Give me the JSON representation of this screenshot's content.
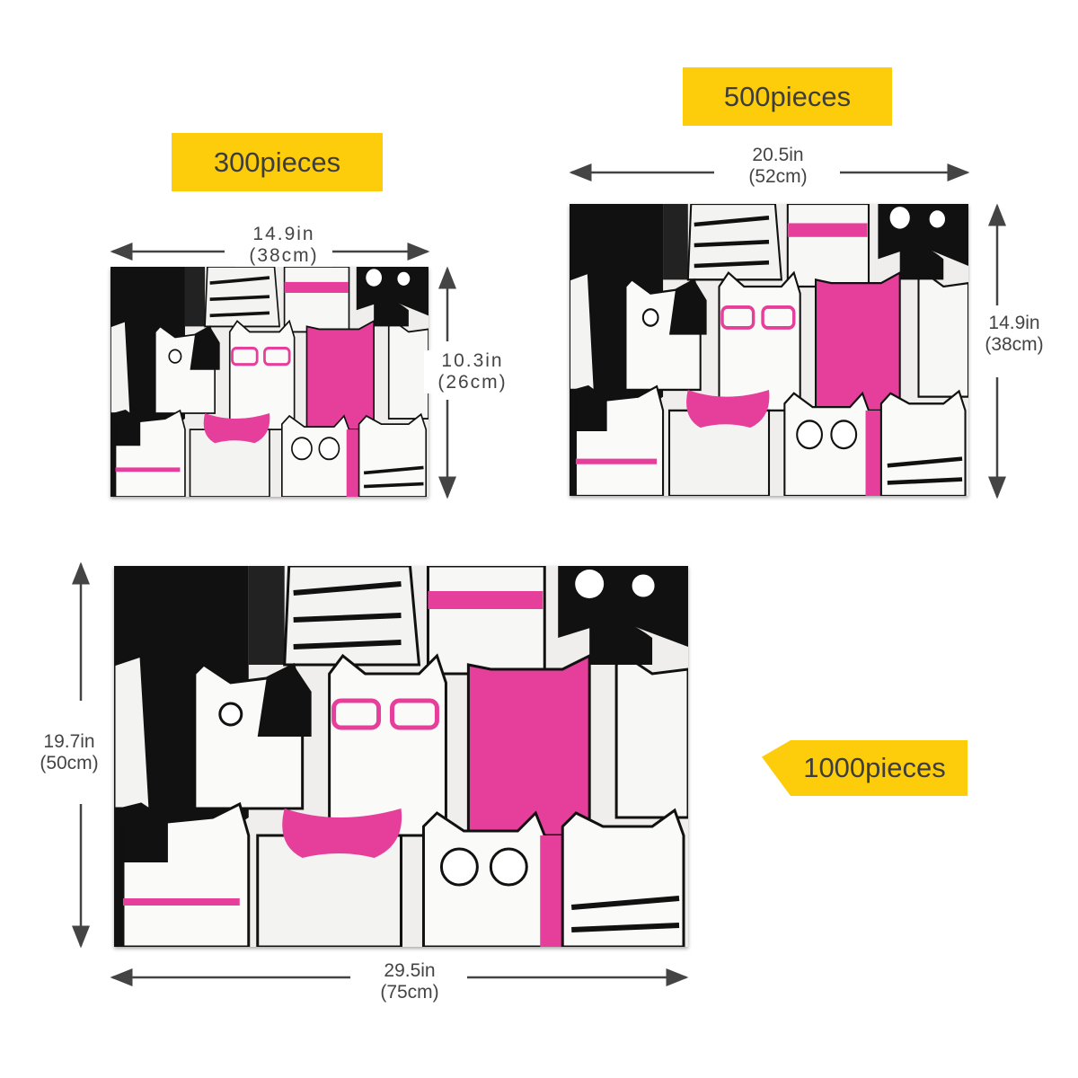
{
  "sizes": [
    {
      "pieces_label": "300pieces",
      "width": "14.9in",
      "width_cm": "(38cm)",
      "height": "10.3in",
      "height_cm": "(26cm)"
    },
    {
      "pieces_label": "500pieces",
      "width": "20.5in",
      "width_cm": "(52cm)",
      "height": "14.9in",
      "height_cm": "(38cm)"
    },
    {
      "pieces_label": "1000pieces",
      "width": "29.5in",
      "width_cm": "(75cm)",
      "height": "19.7in",
      "height_cm": "(50cm)"
    }
  ],
  "colors": {
    "label_bg": "#fdcc0a",
    "accent_pink": "#e63f9b",
    "ink": "#111111"
  }
}
